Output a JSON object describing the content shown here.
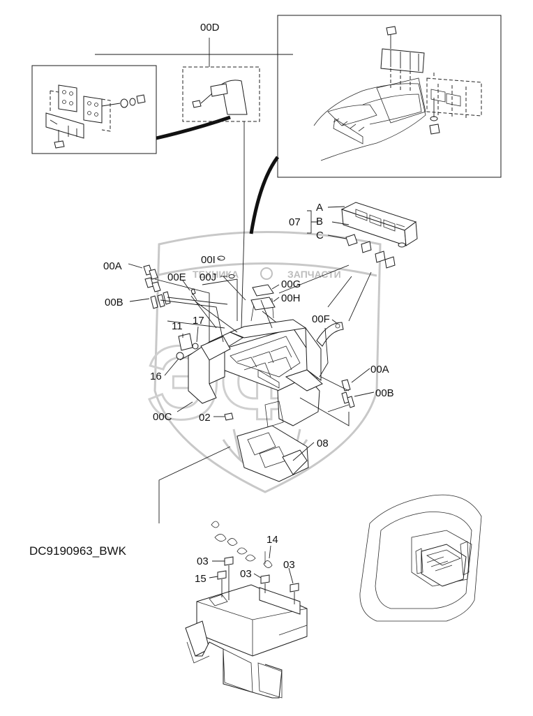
{
  "drawing_id": "DC9190963_BWK",
  "watermark": {
    "text_left": "ТЕХНИКА",
    "text_right": "ЗАПЧАСТИ",
    "big_letters": "ЭФ"
  },
  "callouts": {
    "c00D": "00D",
    "c00A_top": "00A",
    "c00B_top": "00B",
    "c00E": "00E",
    "c00I": "00I",
    "c00J": "00J",
    "c00G": "00G",
    "c00H": "00H",
    "c00F": "00F",
    "c07": "07",
    "c07A": "A",
    "c07B": "B",
    "c07C": "C",
    "c11": "11",
    "c17": "17",
    "c16": "16",
    "c00C": "00C",
    "c02": "02",
    "c00A_right": "00A",
    "c00B_right": "00B",
    "c08": "08",
    "c14": "14",
    "c03_a": "03",
    "c15": "15",
    "c03_b": "03",
    "c03_c": "03"
  }
}
